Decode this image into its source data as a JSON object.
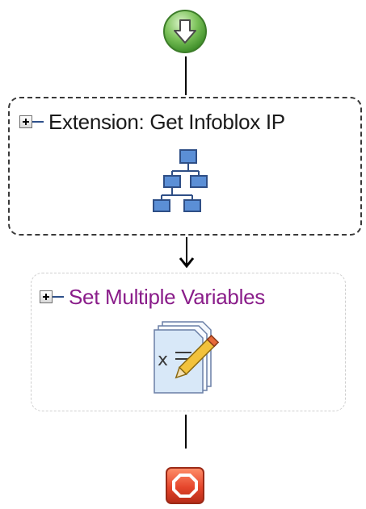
{
  "workflow": {
    "start": {
      "icon": "start-arrow-icon"
    },
    "activities": [
      {
        "title": "Extension: Get Infoblox IP",
        "icon": "hierarchy-icon",
        "state": "selected"
      },
      {
        "title": "Set Multiple Variables",
        "icon": "variables-edit-icon",
        "state": "normal"
      }
    ],
    "end": {
      "icon": "stop-octagon-icon"
    }
  },
  "colors": {
    "start_green": "#5aa83c",
    "end_red": "#e5462c",
    "title_purple": "#8a1d8a",
    "hierarchy_blue": "#5b8fd6"
  }
}
